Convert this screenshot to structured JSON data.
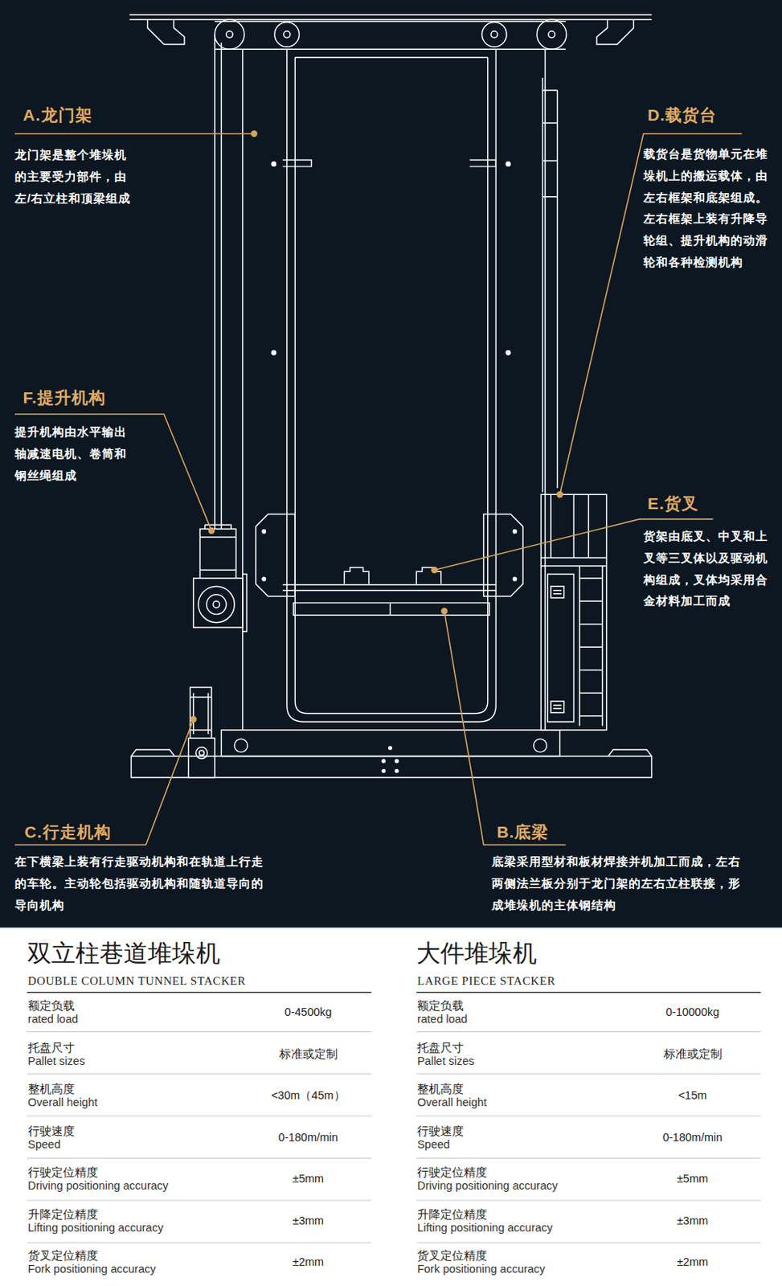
{
  "diagram": {
    "labels": [
      "A.龙门架",
      "龙门架是整个堆垛机 的主要受力部件，由 左/右立柱和顶梁组成",
      "D.载货台",
      "载货台是货物单元在堆 垛机上的搬运载体，由 左右框架和底架组成。 左右框架上装有升降导 轮组、提升机构的动滑 轮和各种检测机构",
      "F.提升机构",
      "提升机构由水平输出 轴减速电机、卷筒和 钢丝绳组成",
      "E.货叉",
      "货架由底叉、中叉和上 叉等三叉体以及驱动机 构组成，叉体均采用合 金材料加工而成",
      "C.行走机构",
      "在下横梁上装有行走驱动机构和在轨道上行走 的车轮。主动轮包括驱动机构和随轨道导向的 导向机构",
      "B.底梁",
      "底梁采用型材和板材焊接并机加工而成，左右 两侧法兰板分别于龙门架的左右立柱联接，形 成堆垛机的主体钢结构",
      "双立柱巷道堆垛机",
      "DOUBLE COLUMN TUNNEL STACKER",
      "额定负载",
      "rated load",
      "0-4500kg",
      "托盘尺寸",
      "Pallet sizes",
      "标准或定制",
      "整机高度",
      "Overall height",
      "<30m（45m）",
      "行驶速度",
      "Speed",
      "0-180m/min",
      "行驶定位精度",
      "Driving positioning accuracy",
      "±5mm",
      "升降定位精度",
      "Lifting positioning accuracy",
      "±3mm",
      "货叉定位精度",
      "Fork positioning accuracy",
      "±2mm",
      "大件堆垛机",
      "LARGE PIECE STACKER",
      "额定负载",
      "rated load",
      "0-10000kg",
      "托盘尺寸",
      "Pallet sizes",
      "标准或定制",
      "整机高度",
      "Overall height",
      "<15m",
      "行驶速度",
      "Speed",
      "0-180m/min",
      "行驶定位精度",
      "Driving positioning accuracy",
      "±5mm",
      "升降定位精度",
      "Lifting positioning accuracy",
      "±3mm",
      "货叉定位精度",
      "Fork positioning accuracy",
      "±2mm"
    ]
  }
}
